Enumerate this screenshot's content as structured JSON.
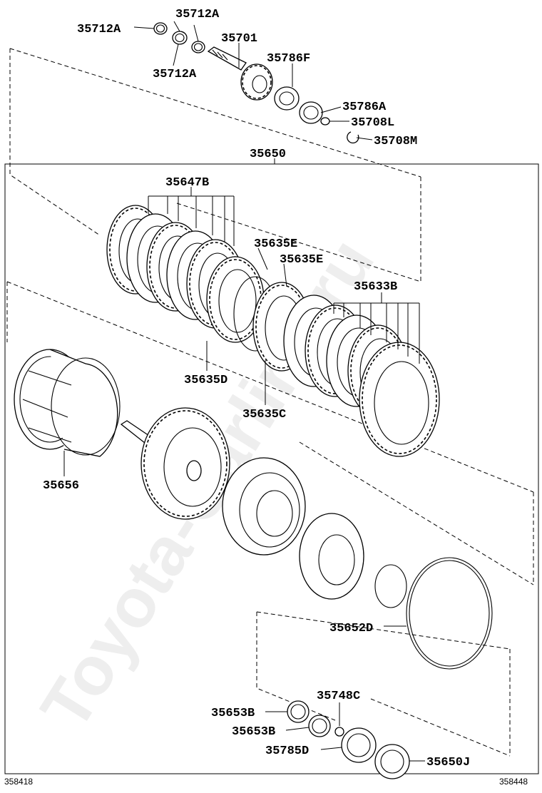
{
  "watermark": "Toyota-Carline.ru",
  "corner_codes": {
    "left": "358418",
    "right": "358448"
  },
  "labels": {
    "p35712A_1": "35712A",
    "p35712A_2": "35712A",
    "p35712A_3": "35712A",
    "p35701": "35701",
    "p35786F": "35786F",
    "p35786A": "35786A",
    "p35708L": "35708L",
    "p35708M": "35708M",
    "p35650": "35650",
    "p35647B": "35647B",
    "p35635E_1": "35635E",
    "p35635E_2": "35635E",
    "p35633B": "35633B",
    "p35635D": "35635D",
    "p35635C": "35635C",
    "p35656": "35656",
    "p35652D": "35652D",
    "p35748C": "35748C",
    "p35653B_1": "35653B",
    "p35653B_2": "35653B",
    "p35785D": "35785D",
    "p35650J": "35650J"
  }
}
